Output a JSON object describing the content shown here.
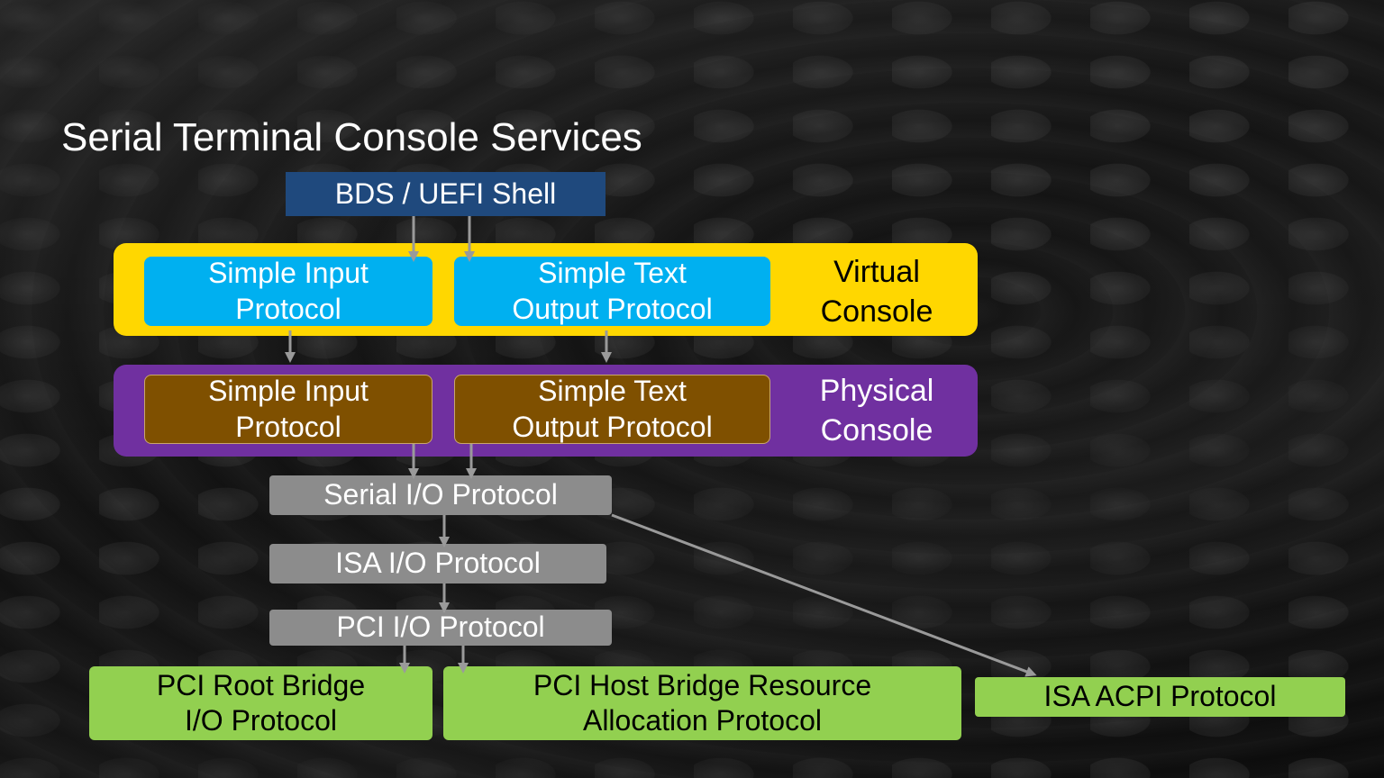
{
  "title": "Serial Terminal Console Services",
  "bds": "BDS / UEFI Shell",
  "virtual": {
    "input": "Simple Input\nProtocol",
    "output": "Simple Text\nOutput Protocol",
    "label": "Virtual\nConsole"
  },
  "physical": {
    "input": "Simple Input\nProtocol",
    "output": "Simple Text\nOutput Protocol",
    "label": "Physical\nConsole"
  },
  "serial_io": "Serial I/O Protocol",
  "isa_io": "ISA I/O Protocol",
  "pci_io": "PCI I/O Protocol",
  "pci_root": "PCI Root Bridge\nI/O Protocol",
  "pci_host": "PCI Host Bridge Resource\nAllocation Protocol",
  "isa_acpi": "ISA ACPI Protocol",
  "colors": {
    "bds": "#1f497d",
    "virtual_band": "#ffd700",
    "virtual_box": "#00b0f0",
    "physical_band": "#7030a0",
    "physical_box": "#7f5000",
    "gray_box": "#8c8c8c",
    "green_box": "#92d050",
    "virtual_label": "#000000"
  }
}
